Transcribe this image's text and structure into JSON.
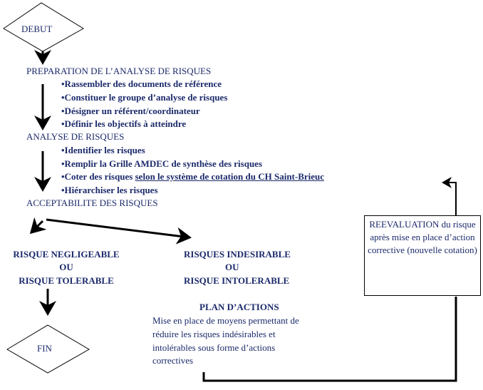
{
  "start": "DEBUT",
  "end": "FIN",
  "preparation": {
    "title": "PREPARATION DE L’ANALYSE DE RISQUES",
    "items": [
      "•Rassembler des documents de référence",
      "•Constituer le groupe d’analyse de risques",
      "•Désigner un référent/coordinateur",
      "•Définir les objectifs à atteindre"
    ]
  },
  "analyse": {
    "title": "ANALYSE DE RISQUES",
    "items": [
      "•Identifier les risques",
      "•Remplir la Grille AMDEC de synthèse des risques",
      "•Coter des risques ",
      "selon le système de cotation du CH Saint-Brieuc",
      "•Hiérarchiser les risques"
    ]
  },
  "acceptabilite": "ACCEPTABILITE DES RISQUES",
  "left_branch": [
    "RISQUE NEGLIGEABLE",
    "OU",
    "RISQUE TOLERABLE"
  ],
  "right_branch": [
    "RISQUES INDESIRABLE",
    "OU",
    "RISQUE INTOLERABLE"
  ],
  "plan": {
    "title": "PLAN D’ACTIONS",
    "lines": [
      "Mise en place de moyens permettant de",
      "réduire les risques indésirables et",
      "intolérables sous forme d’actions",
      "correctives"
    ]
  },
  "reevaluation": "REEVALUATION du risque après mise en place d’action corrective (nouvelle cotation)"
}
